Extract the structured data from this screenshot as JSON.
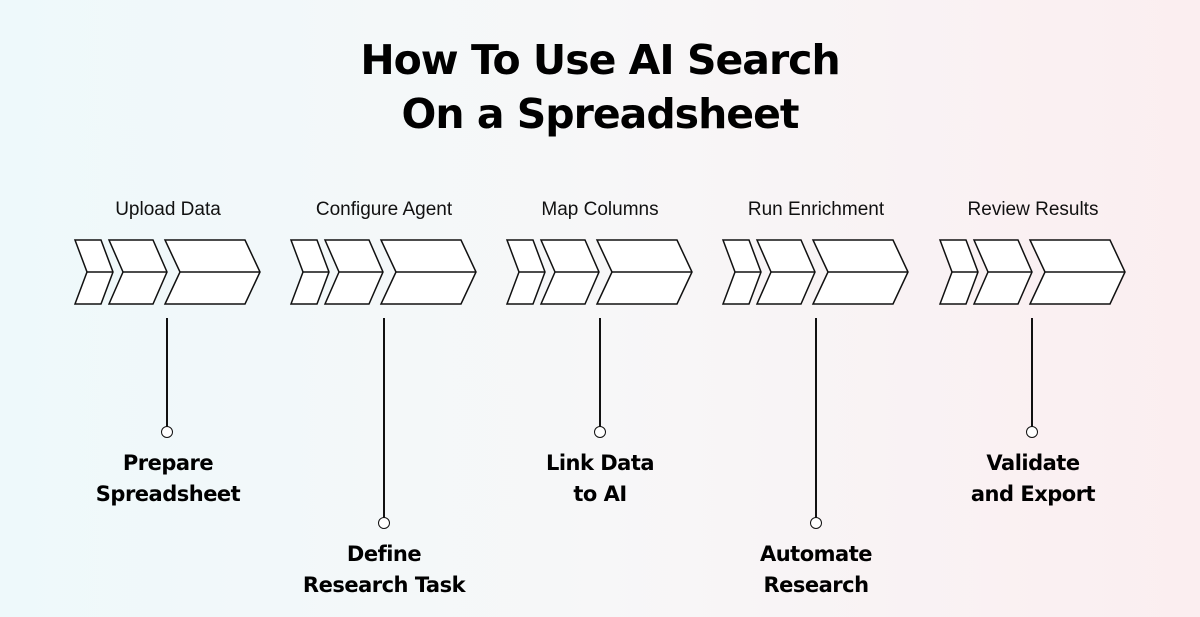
{
  "title": {
    "line1": "How To Use AI Search",
    "line2": "On a Spreadsheet"
  },
  "steps": [
    {
      "label": "Upload Data",
      "desc_line1": "Prepare",
      "desc_line2": "Spreadsheet"
    },
    {
      "label": "Configure Agent",
      "desc_line1": "Define",
      "desc_line2": "Research Task"
    },
    {
      "label": "Map Columns",
      "desc_line1": "Link Data",
      "desc_line2": "to AI"
    },
    {
      "label": "Run Enrichment",
      "desc_line1": "Automate",
      "desc_line2": "Research"
    },
    {
      "label": "Review Results",
      "desc_line1": "Validate",
      "desc_line2": "and Export"
    }
  ],
  "colors": {
    "stroke": "#111111",
    "chevron_fill": "#ffffff"
  },
  "icons": {
    "chevron": "chevron-arrow-icon",
    "node": "circle-node-icon"
  }
}
